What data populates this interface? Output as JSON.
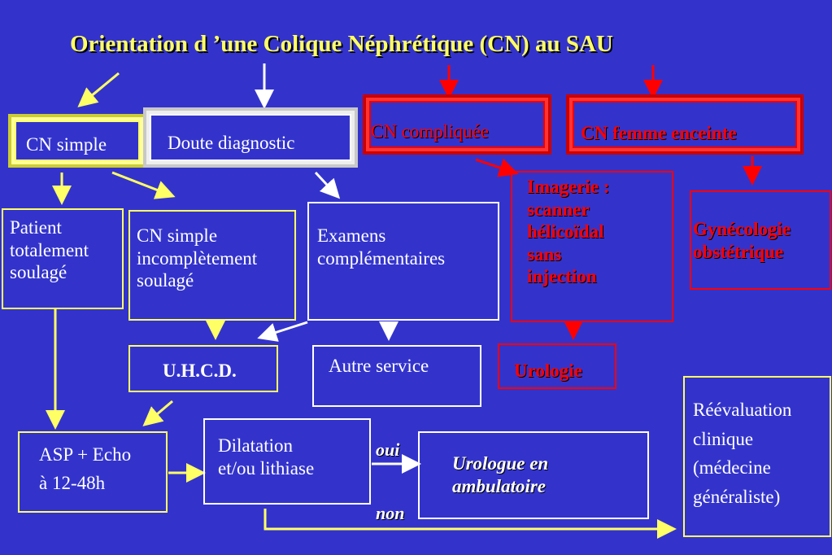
{
  "title": "Orientation d ’une Colique Néphrétique (CN) au SAU",
  "nodes": {
    "cn_simple": "CN simple",
    "doute": "Doute diagnostic",
    "cn_compliquee": "CN compliquée",
    "cn_femme": "CN femme enceinte",
    "patient_soulage": [
      "Patient",
      "totalement",
      "soulagé"
    ],
    "cn_incomplet": [
      "CN simple",
      "incomplètement",
      "soulagé"
    ],
    "examens": [
      "Examens",
      "complémentaires"
    ],
    "imagerie": [
      "Imagerie :",
      "scanner",
      "hélicoïdal",
      "sans",
      "injection"
    ],
    "gyneco": [
      "Gynécologie",
      "obstétrique"
    ],
    "uhcd": "U.H.C.D.",
    "autre_service": "Autre service",
    "urologie": "Urologie",
    "asp": [
      "ASP + Echo",
      "à 12-48h"
    ],
    "dilatation": [
      "Dilatation",
      "et/ou lithiase"
    ],
    "urologue": [
      "Urologue en",
      "ambulatoire"
    ],
    "reevaluation": [
      "Réévaluation",
      "clinique",
      "(médecine",
      "généraliste)"
    ]
  },
  "edge_labels": {
    "oui": "oui",
    "non": "non"
  },
  "colors": {
    "background": "#3333cc",
    "yellow": "#ffff66",
    "white": "#ffffff",
    "red": "#ff0000"
  }
}
